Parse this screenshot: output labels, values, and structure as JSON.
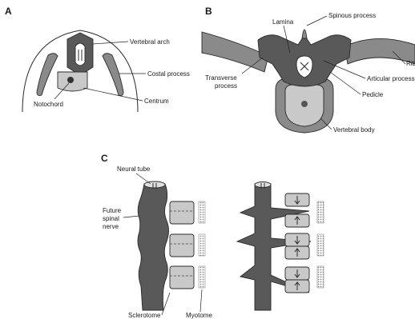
{
  "panels": {
    "a": "A",
    "b": "B",
    "c": "C"
  },
  "panel_a": {
    "vertebral_arch": "Vertebral arch",
    "costal_process": "Costal process",
    "notochord": "Notochord",
    "centrum": "Centrum"
  },
  "panel_b": {
    "lamina": "Lamina",
    "spinous_process": "Spinous process",
    "rib": "Rib",
    "transverse_process_line1": "Transverse",
    "transverse_process_line2": "process",
    "articular_process": "Articular process",
    "pedicle": "Pedicle",
    "vertebral_body": "Vertebral body"
  },
  "panel_c": {
    "neural_tube": "Neural tube",
    "future_spinal_nerve_line1": "Future",
    "future_spinal_nerve_line2": "spinal",
    "future_spinal_nerve_line3": "nerve",
    "sclerotome": "Sclerotome",
    "myotome": "Myotome"
  },
  "colors": {
    "dark": "#595959",
    "medium": "#8a8a8a",
    "light": "#c9c9c9"
  }
}
